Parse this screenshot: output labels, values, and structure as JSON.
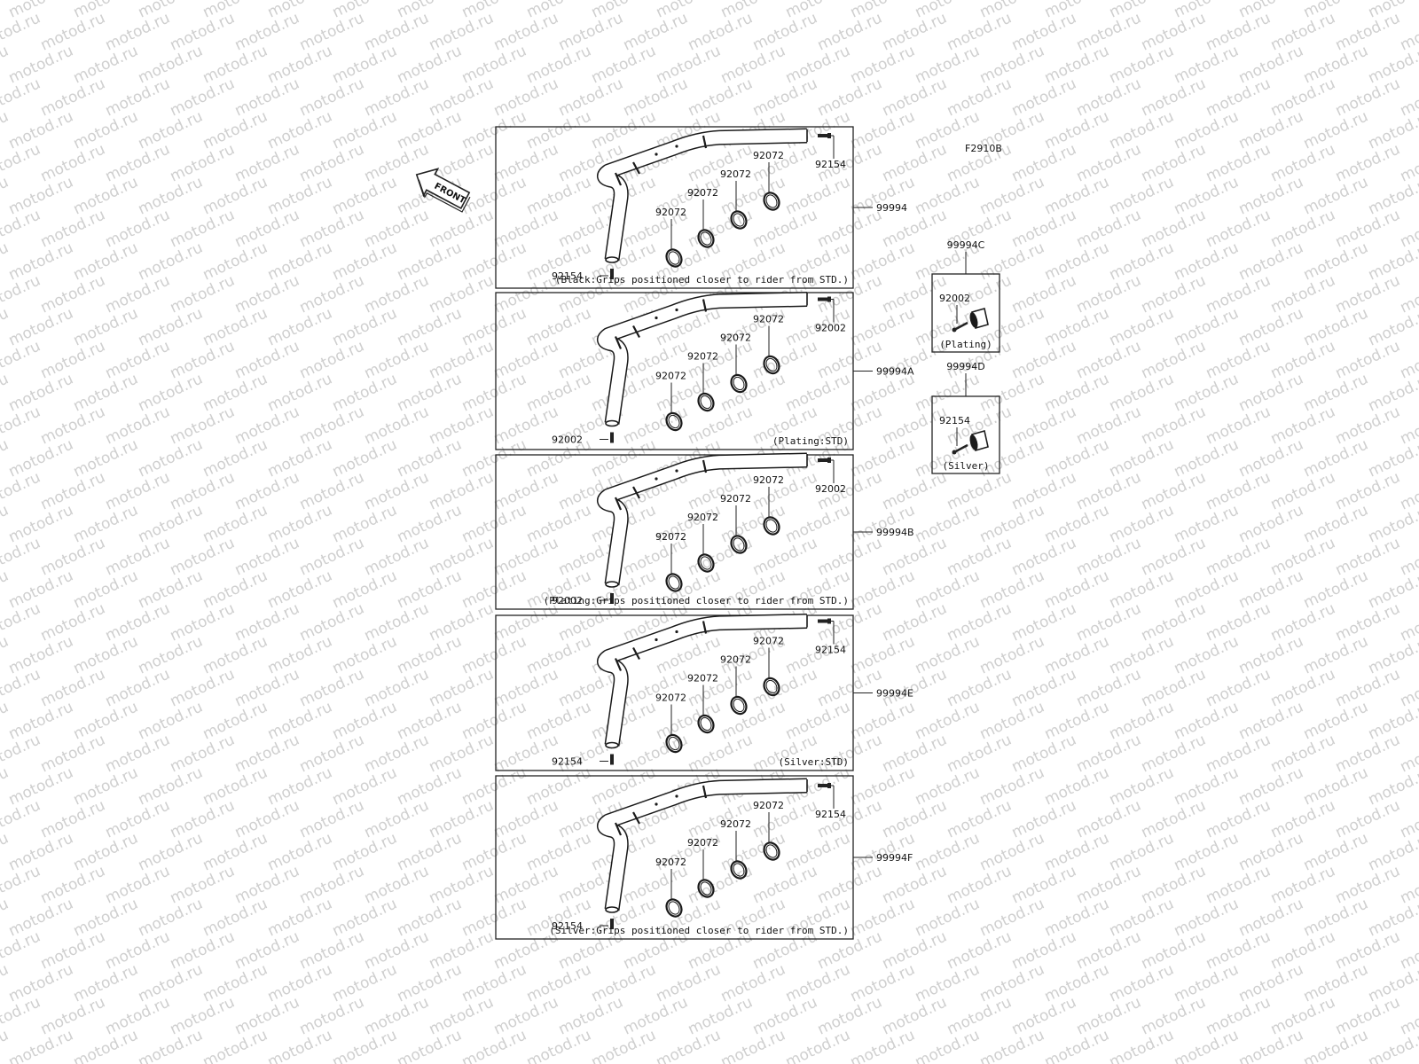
{
  "watermark": "motod.ru",
  "figure_code": "F2910B",
  "front_label": "FRONT",
  "panels": [
    {
      "assembly": "99994",
      "caption": "(Black:Grips positioned closer to rider from STD.)",
      "end_part_top": "92154",
      "end_part_bottom": "92154",
      "clips": [
        "92072",
        "92072",
        "92072",
        "92072"
      ]
    },
    {
      "assembly": "99994A",
      "caption": "(Plating:STD)",
      "end_part_top": "92002",
      "end_part_bottom": "92002",
      "clips": [
        "92072",
        "92072",
        "92072",
        "92072"
      ]
    },
    {
      "assembly": "99994B",
      "caption": "(Plating:Grips positioned closer to rider from STD.)",
      "end_part_top": "92002",
      "end_part_bottom": "92002",
      "clips": [
        "92072",
        "92072",
        "92072",
        "92072"
      ]
    },
    {
      "assembly": "99994E",
      "caption": "(Silver:STD)",
      "end_part_top": "92154",
      "end_part_bottom": "92154",
      "clips": [
        "92072",
        "92072",
        "92072",
        "92072"
      ]
    },
    {
      "assembly": "99994F",
      "caption": "(Silver:Grips positioned closer to rider from STD.)",
      "end_part_top": "92154",
      "end_part_bottom": "92154",
      "clips": [
        "92072",
        "92072",
        "92072",
        "92072"
      ]
    }
  ],
  "side_kits": [
    {
      "assembly": "99994C",
      "part": "92002",
      "caption": "(Plating)"
    },
    {
      "assembly": "99994D",
      "part": "92154",
      "caption": "(Silver)"
    }
  ]
}
